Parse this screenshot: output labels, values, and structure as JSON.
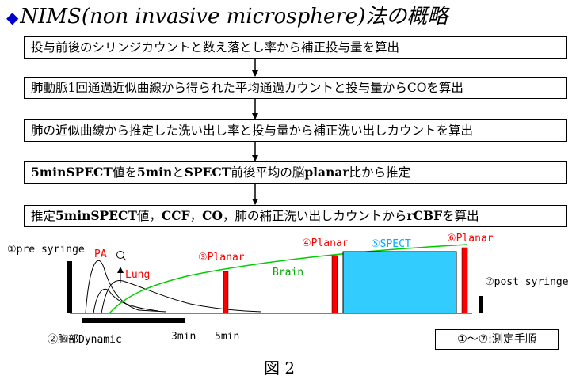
{
  "title": {
    "bullet": "◆",
    "text": "NIMS(non invasive microsphere)法の概略"
  },
  "steps": [
    {
      "text": "投与前後のシリンジカウントと数え落とし率から補正投与量を算出"
    },
    {
      "text": "肺動脈1回通過近似曲線から得られた平均通過カウントと投与量からCOを算出"
    },
    {
      "text": "肺の近似曲線から推定した洗い出し率と投与量から補正洗い出しカウントを算出"
    },
    {
      "b1": "5minSPECT",
      "t1": "値を",
      "b2": "5min",
      "t2": "と",
      "b3": "SPECT",
      "t3": "前後平均の脳",
      "b4": "planar",
      "t4": "比から推定"
    },
    {
      "t1": "推定",
      "b1": "5minSPECT",
      "t2": "値，",
      "b2": "CCF",
      "t3": "，",
      "b3": "CO",
      "t4": "，肺の補正洗い出しカウントから",
      "b4": "rCBF",
      "t5": "を算出"
    }
  ],
  "labels": {
    "pre_syringe": "①pre syringe",
    "pa": "PA",
    "lung": "Lung",
    "planar3": "③Planar",
    "brain": "Brain",
    "planar4": "④Planar",
    "spect5": "⑤SPECT",
    "planar6": "⑥Planar",
    "post_syringe": "⑦post syringe",
    "chest_dynamic": "②胸部Dynamic",
    "t3min": "3min",
    "t5min": "5min"
  },
  "legend": "①～⑦:測定手順",
  "figure_label": "図 2",
  "colors": {
    "bullet": "#0000cc",
    "marker": "#ff0000",
    "spect_fill": "#33ccff",
    "spect_text": "#00aaff",
    "brain_curve": "#00cc00",
    "lung_text": "#ff0000",
    "brain_text": "#00aa00"
  }
}
